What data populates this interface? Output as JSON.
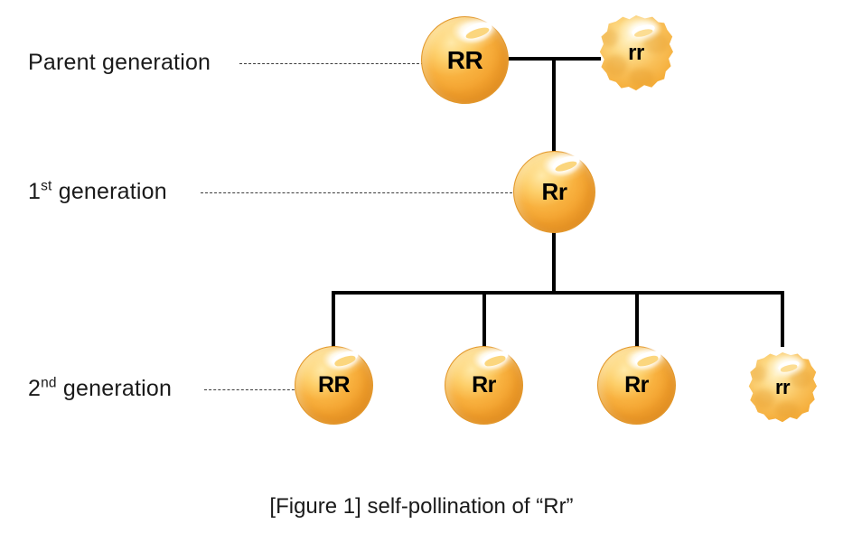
{
  "figure": {
    "caption": "[Figure 1] self-pollination of “Rr”",
    "background_color": "#ffffff",
    "line_color": "#000000",
    "leader_color": "#3b3b3b",
    "pea_color": "#f6ae38",
    "pea_rim_color": "#e2972a",
    "pea_highlight_color": "#ffffff",
    "text_color": "#1a1a1a"
  },
  "rows": [
    {
      "id": "parent",
      "label_prefix": "Parent",
      "label_ordinal": "",
      "label_suffix": "generation",
      "label_full": "Parent generation"
    },
    {
      "id": "f1",
      "label_prefix": "1",
      "label_ordinal": "st",
      "label_suffix": " generation",
      "label_full": "1st generation"
    },
    {
      "id": "f2",
      "label_prefix": "2",
      "label_ordinal": "nd",
      "label_suffix": " generation",
      "label_full": "2nd generation"
    }
  ],
  "seeds": [
    {
      "id": "parent-rr-dominant",
      "genotype": "RR",
      "shape": "round",
      "row": "parent"
    },
    {
      "id": "parent-rr-recessive",
      "genotype": "rr",
      "shape": "wrinkled",
      "row": "parent"
    },
    {
      "id": "f1-rr",
      "genotype": "Rr",
      "shape": "round",
      "row": "f1"
    },
    {
      "id": "f2-seed-1",
      "genotype": "RR",
      "shape": "round",
      "row": "f2"
    },
    {
      "id": "f2-seed-2",
      "genotype": "Rr",
      "shape": "round",
      "row": "f2"
    },
    {
      "id": "f2-seed-3",
      "genotype": "Rr",
      "shape": "round",
      "row": "f2"
    },
    {
      "id": "f2-seed-4",
      "genotype": "rr",
      "shape": "wrinkled",
      "row": "f2"
    }
  ]
}
